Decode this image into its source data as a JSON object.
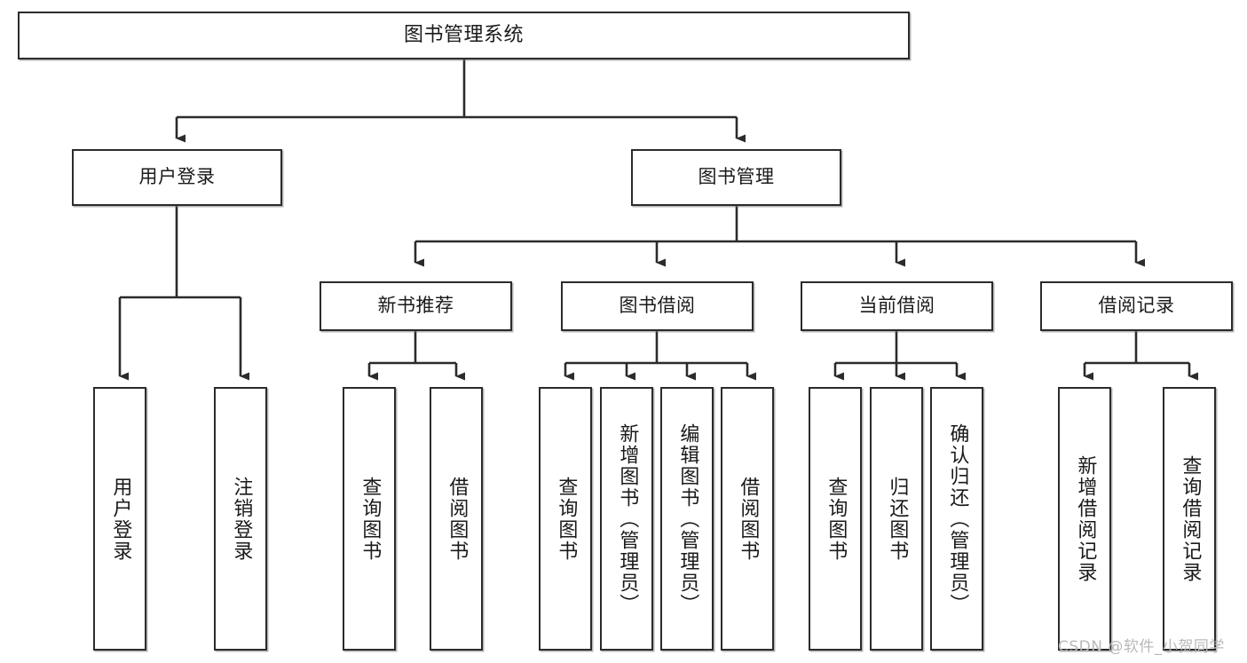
{
  "diagram": {
    "title": "图书管理系统",
    "type": "tree",
    "orientation": "top-down",
    "colors": {
      "box_border": "#2b2b2b",
      "box_fill": "#ffffff",
      "connector": "#2b2b2b",
      "text": "#1a1a1a",
      "watermark": "#b9b9b9",
      "background": "#ffffff"
    },
    "nodes": {
      "root": {
        "id": "root",
        "label": "图书管理系统",
        "level": 0,
        "orientation": "horizontal"
      },
      "level1": [
        {
          "id": "user-login",
          "label": "用户登录",
          "level": 1,
          "orientation": "horizontal"
        },
        {
          "id": "book-manage",
          "label": "图书管理",
          "level": 1,
          "orientation": "horizontal"
        }
      ],
      "level2": [
        {
          "id": "new-book-recommend",
          "label": "新书推荐",
          "level": 2,
          "orientation": "horizontal",
          "parent": "book-manage"
        },
        {
          "id": "book-borrow",
          "label": "图书借阅",
          "level": 2,
          "orientation": "horizontal",
          "parent": "book-manage"
        },
        {
          "id": "current-borrow",
          "label": "当前借阅",
          "level": 2,
          "orientation": "horizontal",
          "parent": "book-manage"
        },
        {
          "id": "borrow-record",
          "label": "借阅记录",
          "level": 2,
          "orientation": "horizontal",
          "parent": "book-manage"
        }
      ],
      "leaves": [
        {
          "id": "leaf-user-login",
          "label": "用户登录",
          "parent": "user-login"
        },
        {
          "id": "leaf-logout-login",
          "label": "注销登录",
          "parent": "user-login"
        },
        {
          "id": "leaf-query-book-1",
          "label": "查询图书",
          "parent": "new-book-recommend"
        },
        {
          "id": "leaf-borrow-book-1",
          "label": "借阅图书",
          "parent": "new-book-recommend"
        },
        {
          "id": "leaf-query-book-2",
          "label": "查询图书",
          "parent": "book-borrow"
        },
        {
          "id": "leaf-add-book-admin",
          "label": "新增图书（管理员）",
          "parent": "book-borrow"
        },
        {
          "id": "leaf-edit-book-admin",
          "label": "编辑图书（管理员）",
          "parent": "book-borrow"
        },
        {
          "id": "leaf-borrow-book-2",
          "label": "借阅图书",
          "parent": "book-borrow"
        },
        {
          "id": "leaf-query-book-3",
          "label": "查询图书",
          "parent": "current-borrow"
        },
        {
          "id": "leaf-return-book",
          "label": "归还图书",
          "parent": "current-borrow"
        },
        {
          "id": "leaf-confirm-return",
          "label": "确认归还（管理员）",
          "parent": "current-borrow"
        },
        {
          "id": "leaf-add-record",
          "label": "新增借阅记录",
          "parent": "borrow-record"
        },
        {
          "id": "leaf-query-record",
          "label": "查询借阅记录",
          "parent": "borrow-record"
        }
      ]
    },
    "watermark": "CSDN @软件_小贺同学"
  }
}
